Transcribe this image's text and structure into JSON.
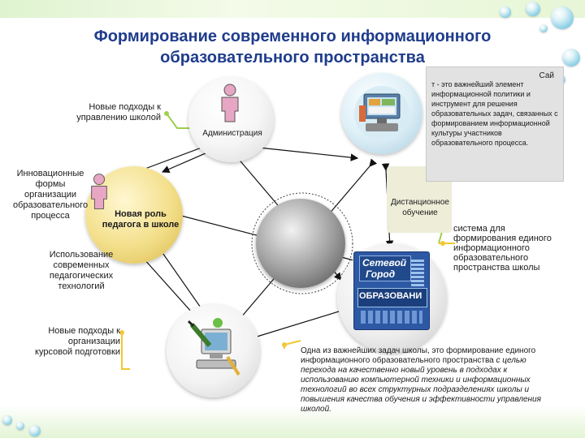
{
  "title": {
    "line1": "Формирование современного информационного",
    "line2": "образовательного пространства"
  },
  "left_labels": {
    "management": "Новые подходы к управлению школой",
    "innovative": "Инновационные формы организации образовательного процесса",
    "technologies": "Использование современных педагогических технологий",
    "courses": "Новые подходы к организации курсовой подготовки"
  },
  "node_labels": {
    "administration": "Администрация",
    "teacher_role": "Новая роль педагога в школе",
    "distance": "Дистанционное обучение"
  },
  "site_box": {
    "head": "Сай",
    "text": "т - это важнейший элемент информационной политики и инструмент для решения образовательных задач, связанных с формированием информационной культуры участников образовательного процесса."
  },
  "network_desc": {
    "text": "система для формирования единого информационного образовательного пространства школы"
  },
  "network_logo": {
    "line1": "Сетевой",
    "line2": "Город",
    "line3": "ОБРАЗОВАНИ"
  },
  "bottom_text": {
    "intro": "Одна из важнейших задач школы, это формирование единого информационного образовательного пространства",
    "italic": "с целью перехода на качественно новый уровень в подходах к использованию компьютерной техники и информационных технологий во всех структурных подразделениях школы и повышения качества обучения и эффективности управления школой."
  },
  "icons": {
    "person": "person-icon",
    "computer": "computer-icon",
    "workstation": "workstation-icon"
  },
  "colors": {
    "title": "#1f3c8c",
    "person_pink": "#e7a6c4",
    "sphere_yellow": "#f3df8a",
    "sphere_gray": "#9a9a9a",
    "network_blue": "#2d58a4",
    "connector_yellow": "#f1c832",
    "connector_green": "#9fd04c"
  }
}
